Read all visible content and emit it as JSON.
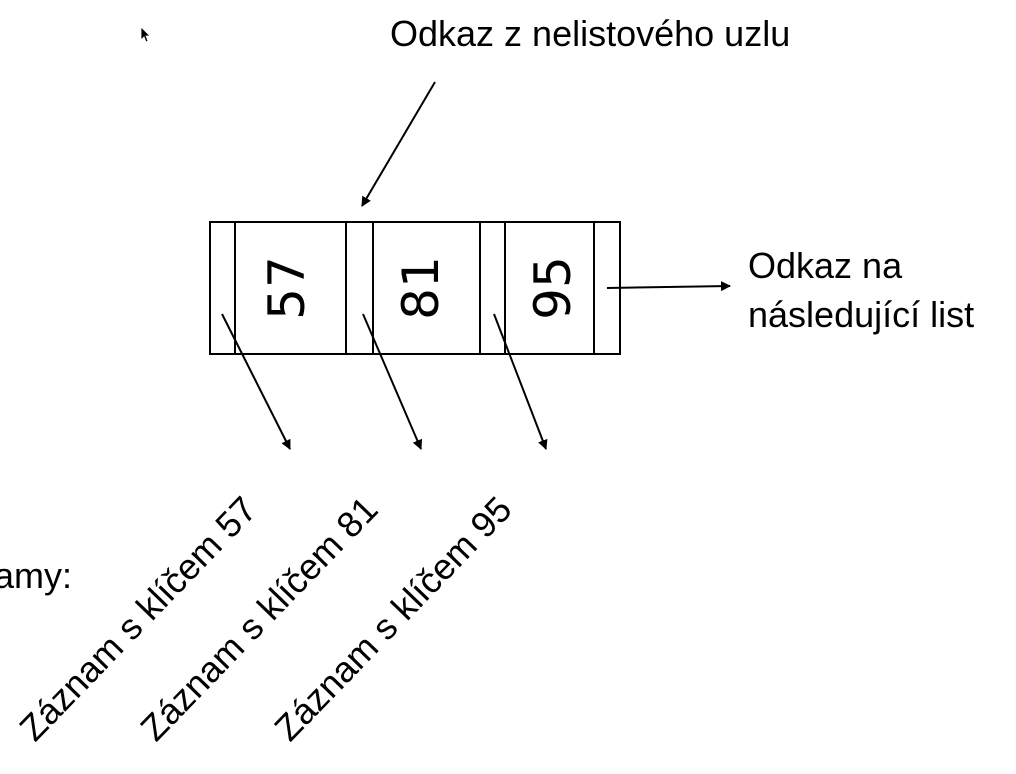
{
  "labels": {
    "incoming_pointer": "Odkaz z nelistového uzlu",
    "next_leaf_line1": "Odkaz na",
    "next_leaf_line2": "následující list",
    "partial_left_text": "amy:"
  },
  "leaf": {
    "keys": [
      "57",
      "81",
      "95"
    ],
    "records": [
      "Záznam s klíčem 57",
      "Záznam s klíčem 81",
      "Záznam s klíčem 95"
    ]
  },
  "icons": {
    "cursor": "mouse-pointer-icon"
  }
}
